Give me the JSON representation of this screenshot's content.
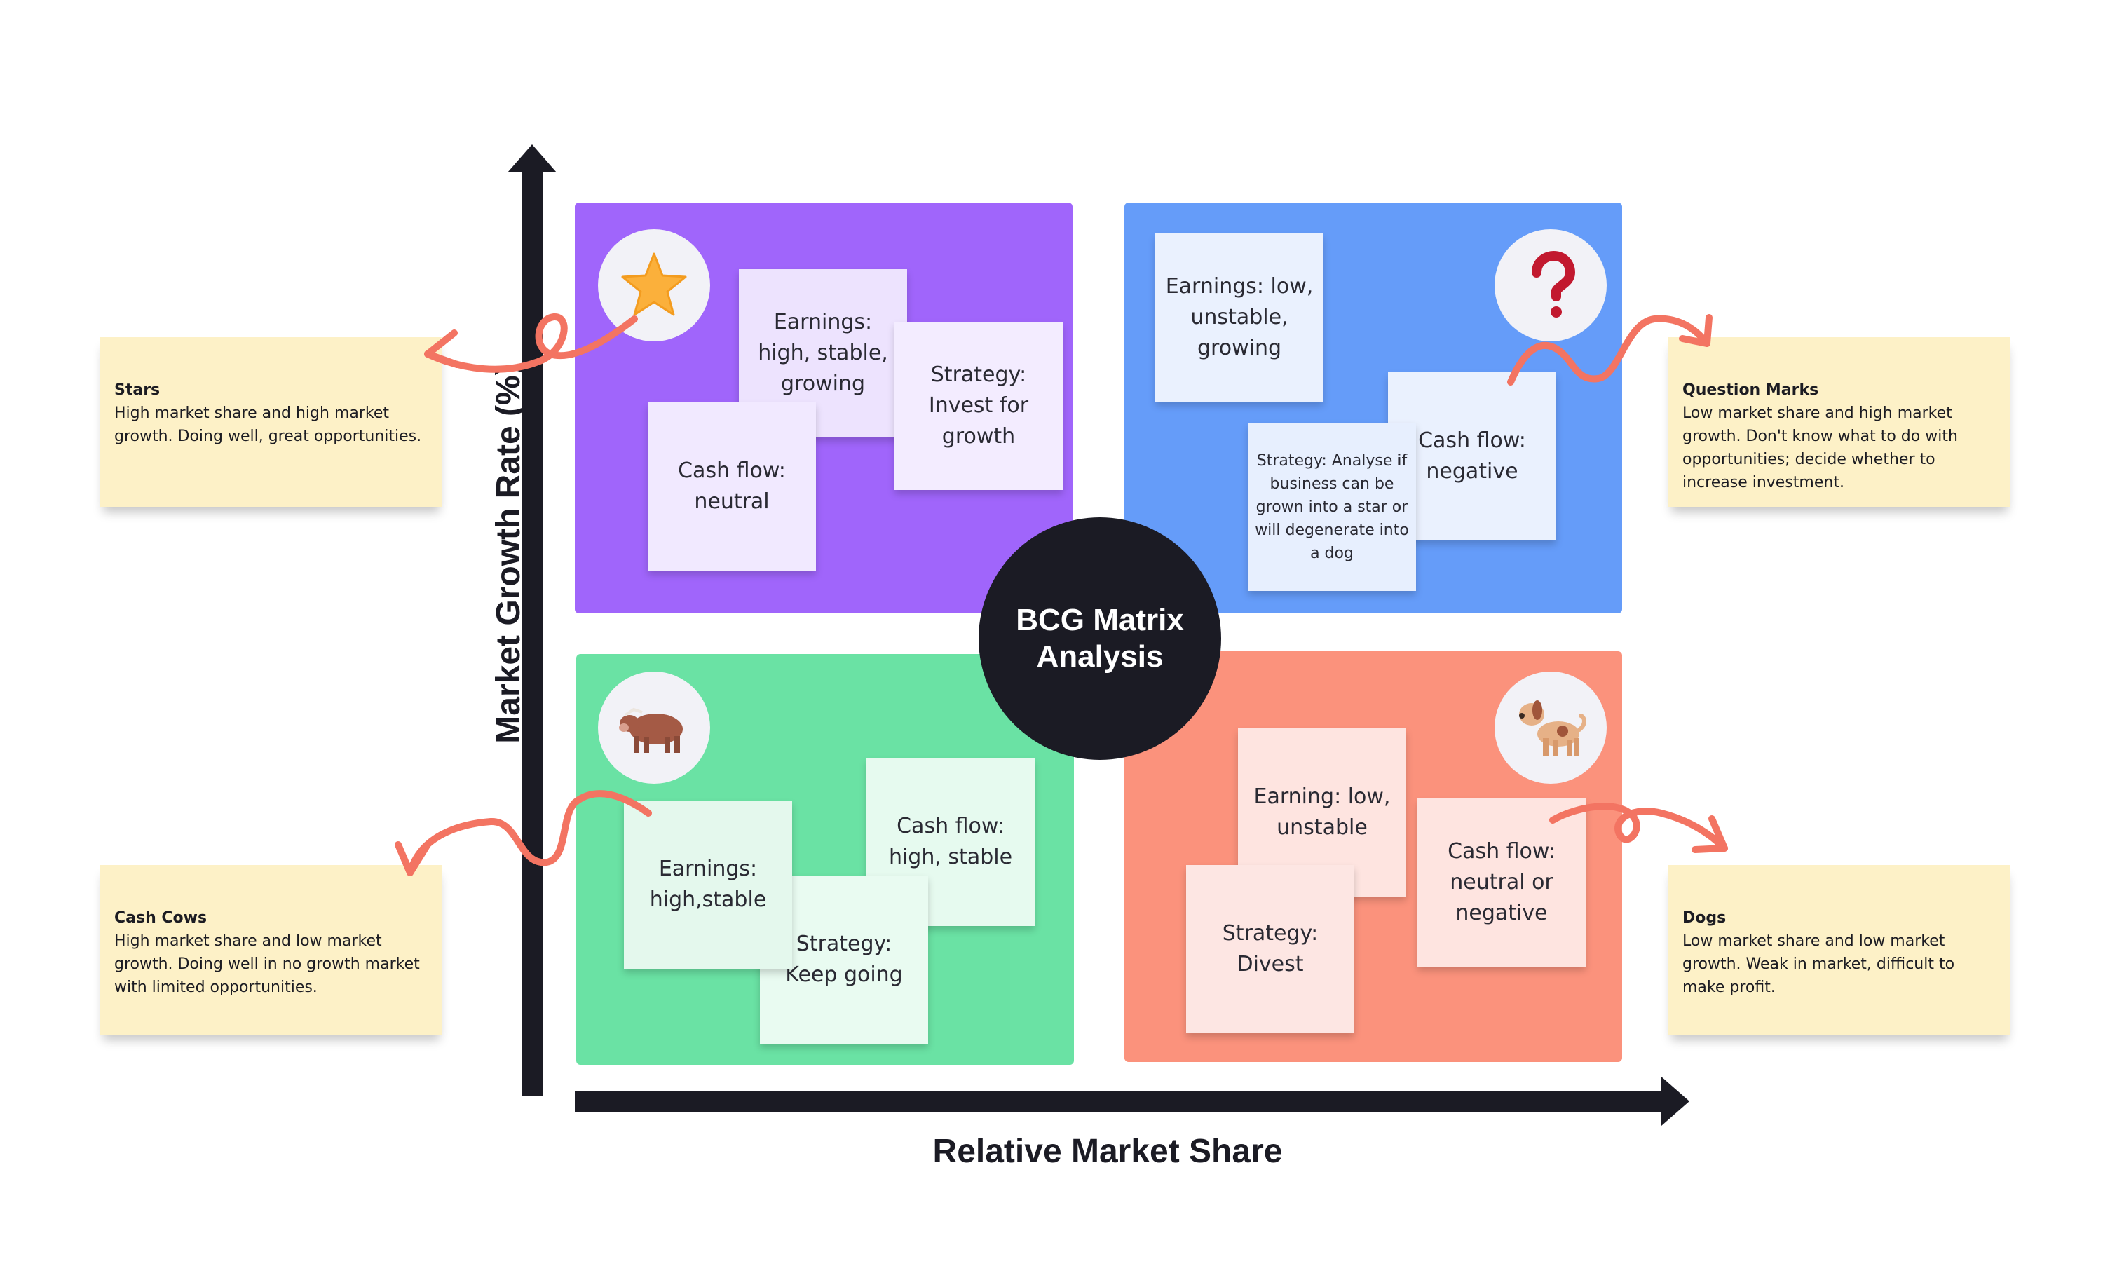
{
  "title": "BCG Matrix Analysis",
  "axes": {
    "x_label": "Relative Market Share",
    "y_label": "Market Growth Rate (%)"
  },
  "colors": {
    "stars": "#a065fb",
    "question_marks": "#659cf9",
    "cash_cows": "#6ae2a4",
    "dogs": "#fb927c",
    "arrow": "#f37462",
    "axis": "#1b1b24"
  },
  "quadrants": {
    "stars": {
      "icon": "star-icon",
      "notes": [
        "Earnings: high, stable, growing",
        "Strategy: Invest for growth",
        "Cash flow: neutral"
      ]
    },
    "question_marks": {
      "icon": "question-mark-icon",
      "notes": [
        "Earnings: low, unstable, growing",
        "Cash flow: negative",
        "Strategy: Analyse if business can be grown into a star or will degenerate into a dog"
      ]
    },
    "cash_cows": {
      "icon": "cow-icon",
      "notes": [
        "Cash flow: high, stable",
        "Earnings: high,stable",
        "Strategy: Keep going"
      ]
    },
    "dogs": {
      "icon": "dog-icon",
      "notes": [
        "Earning: low, unstable",
        "Cash flow: neutral or negative",
        "Strategy: Divest"
      ]
    }
  },
  "descriptions": {
    "stars": {
      "title": "Stars",
      "text": "High market share and high market growth. Doing well, great opportunities."
    },
    "question_marks": {
      "title": "Question Marks",
      "text": "Low market share and high market growth. Don't know what to do with opportunities; decide whether to increase investment."
    },
    "cash_cows": {
      "title": "Cash Cows",
      "text": "High market share and low market growth. Doing well in no growth market with limited opportunities."
    },
    "dogs": {
      "title": "Dogs",
      "text": "Low market share and low market growth. Weak in market, difficult to make profit."
    }
  }
}
